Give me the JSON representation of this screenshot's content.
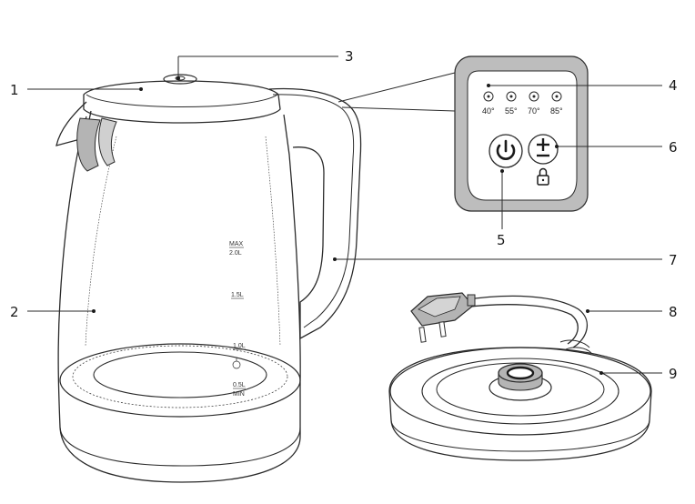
{
  "callouts": [
    "1",
    "2",
    "3",
    "4",
    "5",
    "6",
    "7",
    "8",
    "9"
  ],
  "scale": {
    "max": "MAX",
    "max_vol": "2.0L",
    "v15": "1.5L",
    "v10": "1.0L",
    "v05": "0.5L",
    "min": "MIN"
  },
  "temps": [
    "40°",
    "55°",
    "70°",
    "85°"
  ],
  "icons": {
    "power": "power-icon",
    "plus_minus": "plus-minus-icon",
    "lock": "lock-icon",
    "led": "led-indicator-icon"
  }
}
